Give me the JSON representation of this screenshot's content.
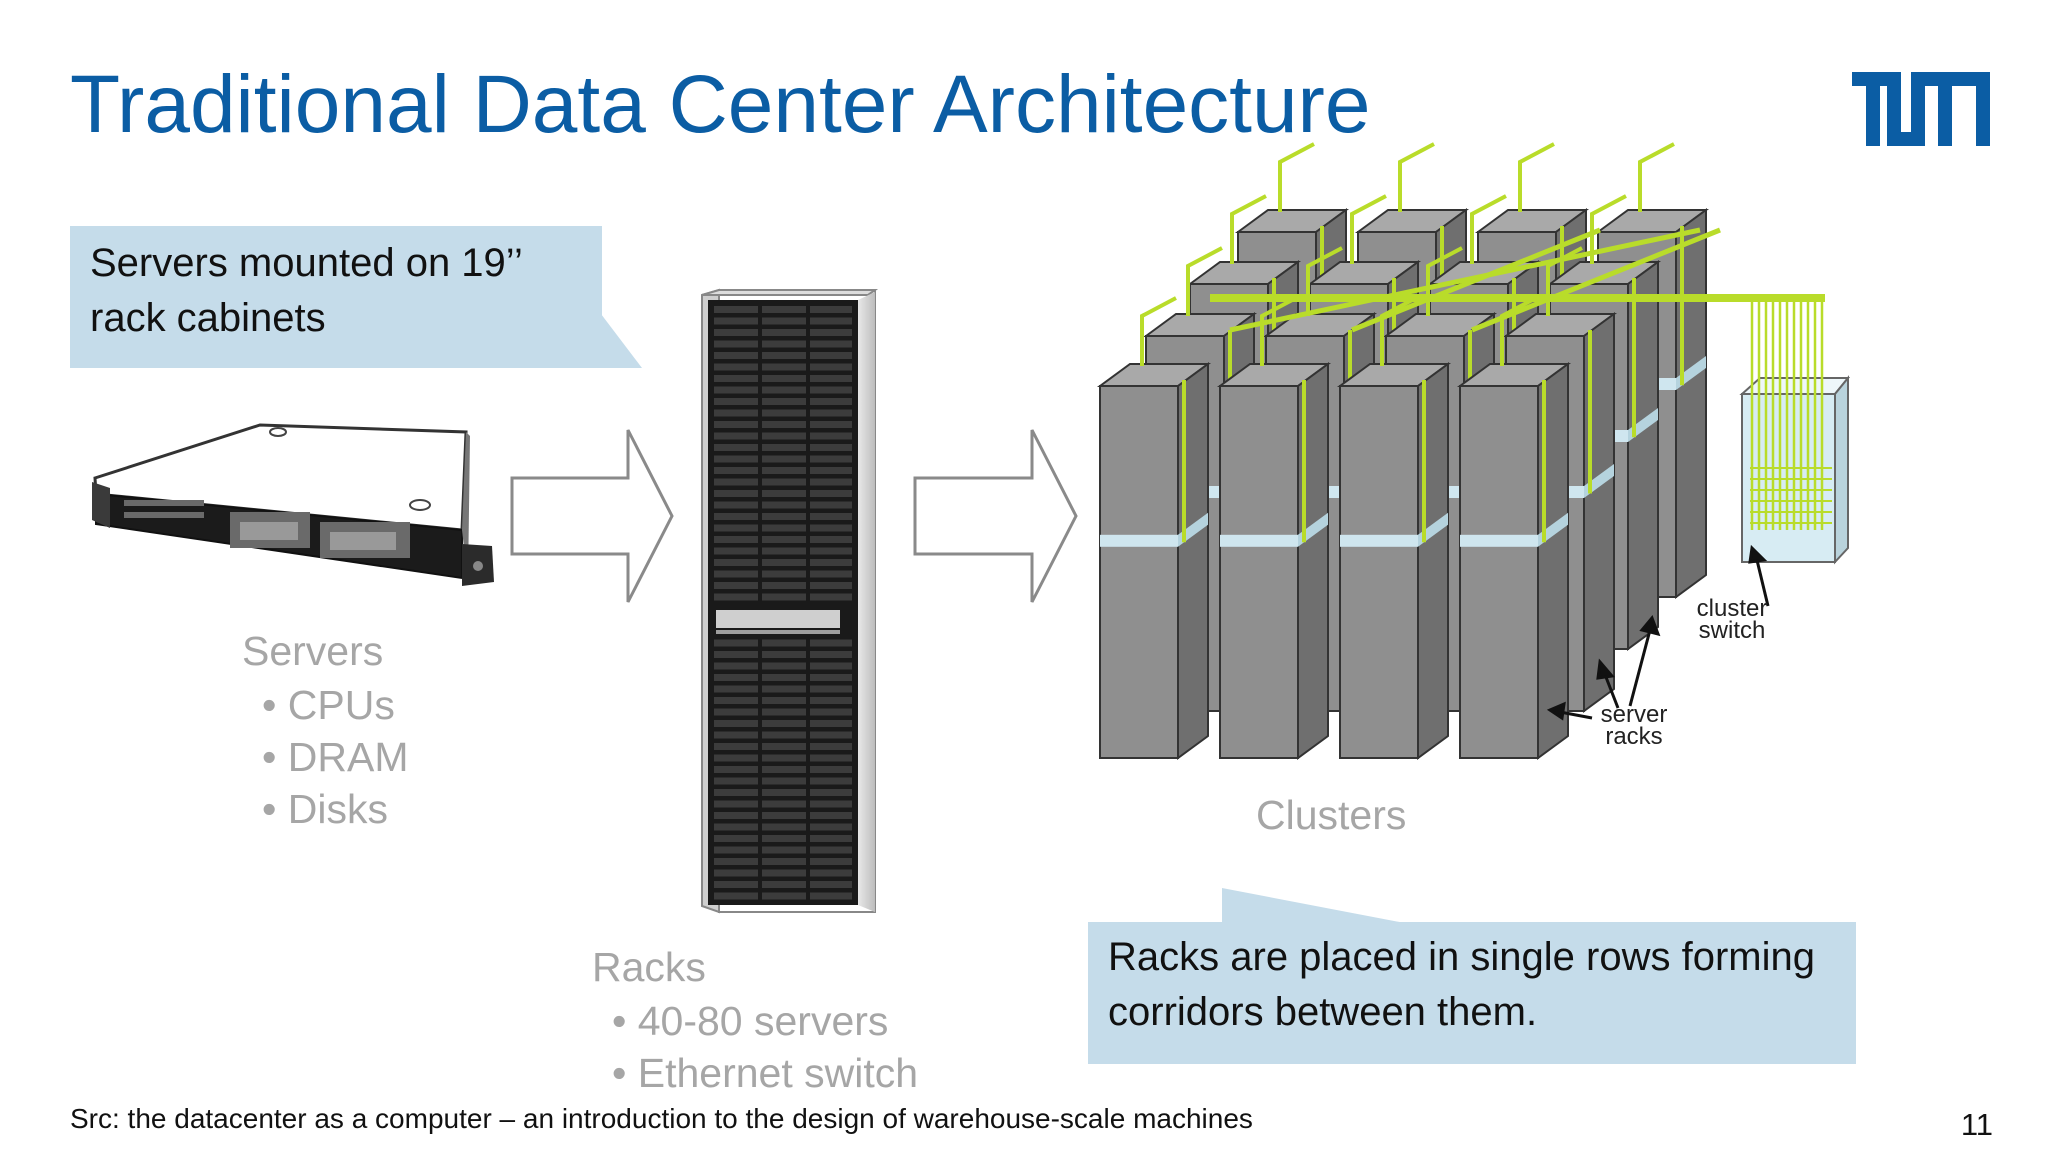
{
  "slide": {
    "title": "Traditional Data Center Architecture",
    "logo_text": "TUM",
    "callout_top": {
      "line1": "Servers mounted on 19’’",
      "line2": "rack cabinets"
    },
    "callout_bottom": {
      "line1": "Racks are placed in single rows forming",
      "line2": "corridors between them."
    },
    "servers": {
      "label": "Servers",
      "bullets": [
        "CPUs",
        "DRAM",
        "Disks"
      ]
    },
    "racks": {
      "label": "Racks",
      "bullets": [
        "40-80 servers",
        "Ethernet switch"
      ]
    },
    "clusters": {
      "label": "Clusters"
    },
    "cluster_switch_label": {
      "line1": "cluster",
      "line2": "switch"
    },
    "server_racks_label": {
      "line1": "server",
      "line2": "racks"
    },
    "source": "Src: the datacenter as a computer – an introduction to the design of warehouse-scale machines",
    "page_number": "11"
  },
  "colors": {
    "title": "#0b5da4",
    "callout_bg": "#c5dcea",
    "gray_text": "#a6a6a6",
    "cable_green": "#b9dc2a"
  }
}
